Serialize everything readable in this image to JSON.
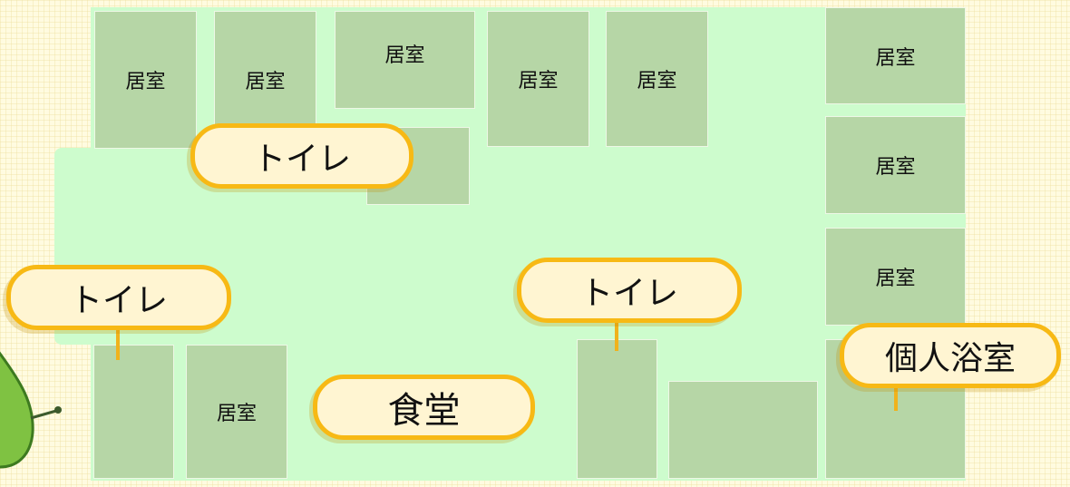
{
  "rooms": {
    "top": [
      "居室",
      "居室",
      "居室",
      "居室",
      "居室"
    ],
    "right": [
      "居室",
      "居室",
      "居室"
    ],
    "bottom": "居室"
  },
  "labels": {
    "toilet_top": "トイレ",
    "toilet_left": "トイレ",
    "toilet_center": "トイレ",
    "dining": "食堂",
    "private_bath": "個人浴室"
  },
  "colors": {
    "floor": "#cdfccd",
    "room": "#b6d6a6",
    "label_border": "#f7b915",
    "label_fill": "#fff5d2"
  }
}
